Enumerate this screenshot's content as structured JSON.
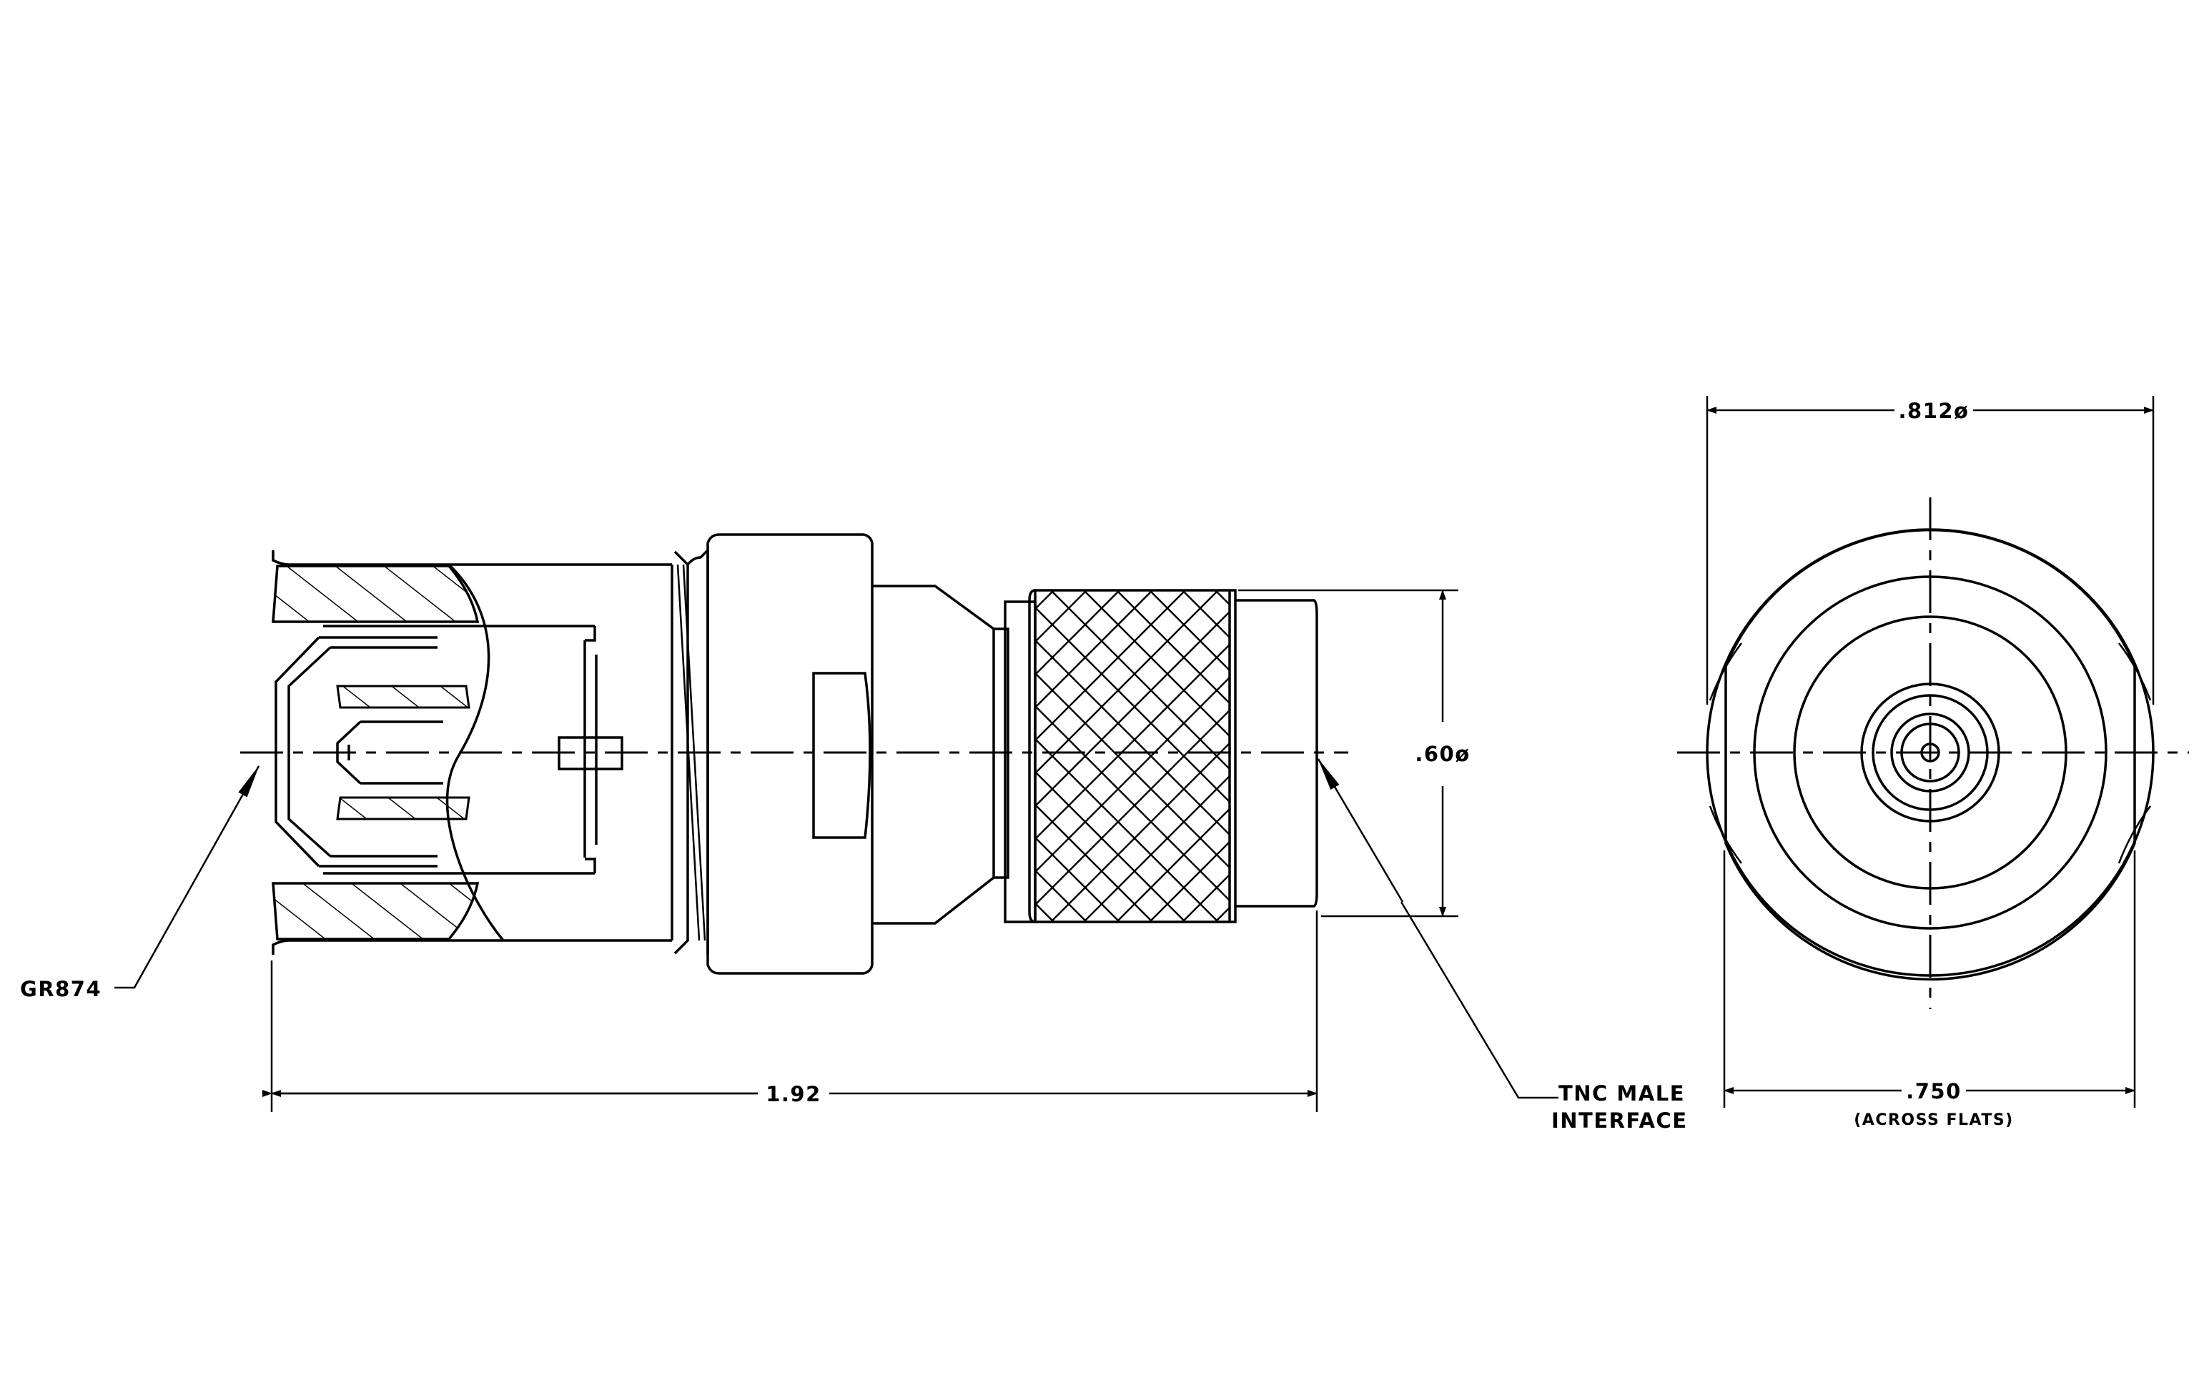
{
  "labels": {
    "gr874": "GR874",
    "length": "1.92",
    "diameter": ".60ø",
    "tnc_line1": "TNC MALE",
    "tnc_line2": "INTERFACE",
    "outer_diameter": ".812ø",
    "flats": ".750",
    "flats_note": "(ACROSS FLATS)"
  }
}
